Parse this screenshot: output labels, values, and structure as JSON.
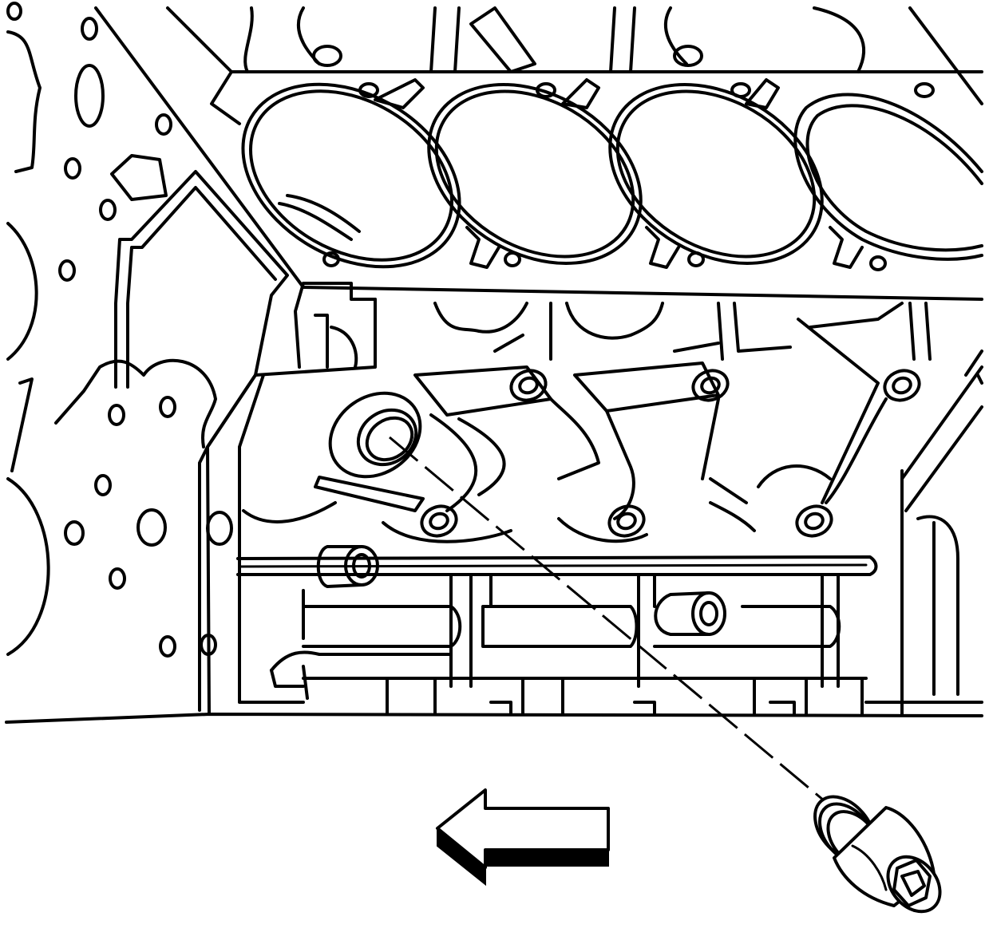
{
  "figure": {
    "subject": "engine-block-oil-pressure-sensor-installation",
    "components": [
      "engine-block",
      "cylinder-bores",
      "oil-pressure-sensor"
    ],
    "arrow_icon": "arrow-left-icon",
    "line_color": "#000000",
    "background_color": "#ffffff"
  }
}
